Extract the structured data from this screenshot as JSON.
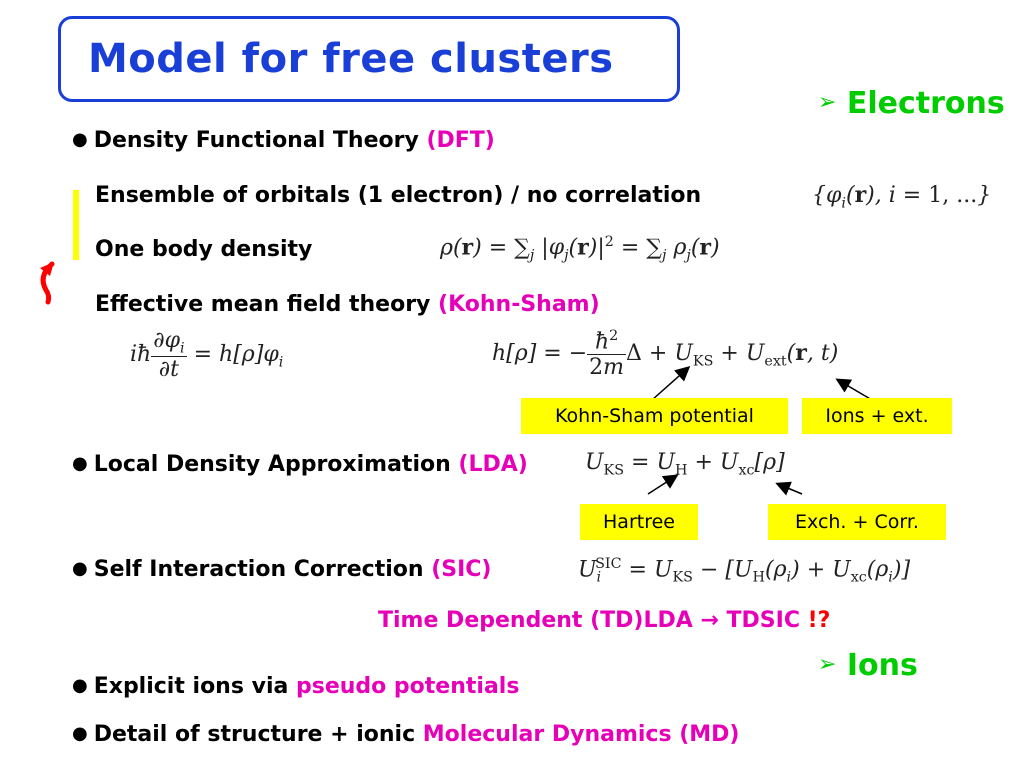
{
  "slide": {
    "title": "Model for free clusters",
    "electrons_heading": "Electrons",
    "ions_heading": "Ions",
    "lines": {
      "dft_prefix": "Density Functional Theory ",
      "dft_acronym": "(DFT)",
      "ensemble": "Ensemble  of orbitals (1 electron) / no correlation",
      "one_body": "One body density",
      "effective_prefix": "Effective mean field theory  ",
      "effective_ks": "(Kohn-Sham)",
      "lda_prefix": "Local Density Approximation ",
      "lda_acronym": "(LDA)",
      "sic_prefix": "Self Interaction Correction ",
      "sic_acronym": "(SIC)",
      "td_text": "Time Dependent (TD)LDA  ",
      "td_arrow": "→",
      "td_result": " TDSIC ",
      "td_mark": "!?",
      "ions_prefix": "Explicit ions via ",
      "ions_pseudo": "pseudo potentials",
      "md_prefix": "Detail of structure + ionic ",
      "md_highlight": "Molecular Dynamics (MD)"
    },
    "labels": {
      "kohn_sham": "Kohn-Sham potential",
      "ions_ext": "Ions + ext.",
      "hartree": "Hartree",
      "exch_corr": "Exch. + Corr."
    }
  },
  "colors": {
    "title_blue": "#1a3fd6",
    "magenta": "#e600b8",
    "green": "#00cc00",
    "label_yellow": "#ffff00",
    "red": "#ff0000"
  }
}
